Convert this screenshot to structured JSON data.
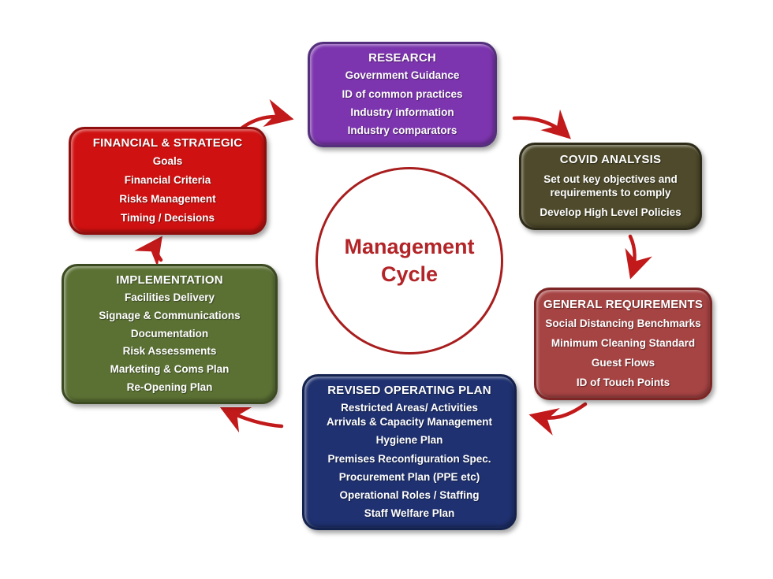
{
  "center": {
    "label": "Management Cycle",
    "circle_color": "#A81E1E",
    "text_color": "#B22427"
  },
  "boxes": [
    {
      "id": "research",
      "title": "RESEARCH",
      "fill": "#7C35AE",
      "border": "#54307C",
      "items": [
        "Government Guidance",
        "ID of common practices",
        "Industry information",
        "Industry comparators"
      ]
    },
    {
      "id": "covid-analysis",
      "title": "COVID ANALYSIS",
      "fill": "#4E4A2B",
      "border": "#2E2B18",
      "items": [
        "Set out key objectives and requirements to comply",
        "Develop High Level Policies"
      ]
    },
    {
      "id": "general-requirements",
      "title": "GENERAL REQUIREMENTS",
      "fill": "#A64343",
      "border": "#7E2525",
      "items": [
        "Social Distancing Benchmarks",
        "Minimum Cleaning Standard",
        "Guest Flows",
        "ID of Touch Points"
      ]
    },
    {
      "id": "revised-operating-plan",
      "title": "REVISED OPERATING PLAN",
      "fill": "#1F3170",
      "border": "#14224E",
      "items": [
        "Restricted Areas/ Activities",
        "Arrivals & Capacity Management",
        "Hygiene Plan",
        "Premises Reconfiguration Spec.",
        "Procurement Plan (PPE etc)",
        "Operational Roles / Staffing",
        "Staff Welfare Plan"
      ]
    },
    {
      "id": "implementation",
      "title": "IMPLEMENTATION",
      "fill": "#5B7134",
      "border": "#3C4A22",
      "items": [
        "Facilities Delivery",
        "Signage & Communications",
        "Documentation",
        "Risk Assessments",
        "Marketing & Coms Plan",
        "Re-Opening Plan"
      ]
    },
    {
      "id": "financial-strategic",
      "title": "FINANCIAL & STRATEGIC",
      "fill": "#D01111",
      "border": "#8F0E0E",
      "items": [
        "Goals",
        "Financial Criteria",
        "Risks Management",
        "Timing / Decisions"
      ]
    }
  ],
  "arrows": {
    "color": "#C21A1A",
    "flow": [
      "financial-strategic to research",
      "research to covid-analysis",
      "covid-analysis to general-requirements",
      "general-requirements to revised-operating-plan",
      "revised-operating-plan to implementation",
      "implementation to financial-strategic"
    ]
  }
}
